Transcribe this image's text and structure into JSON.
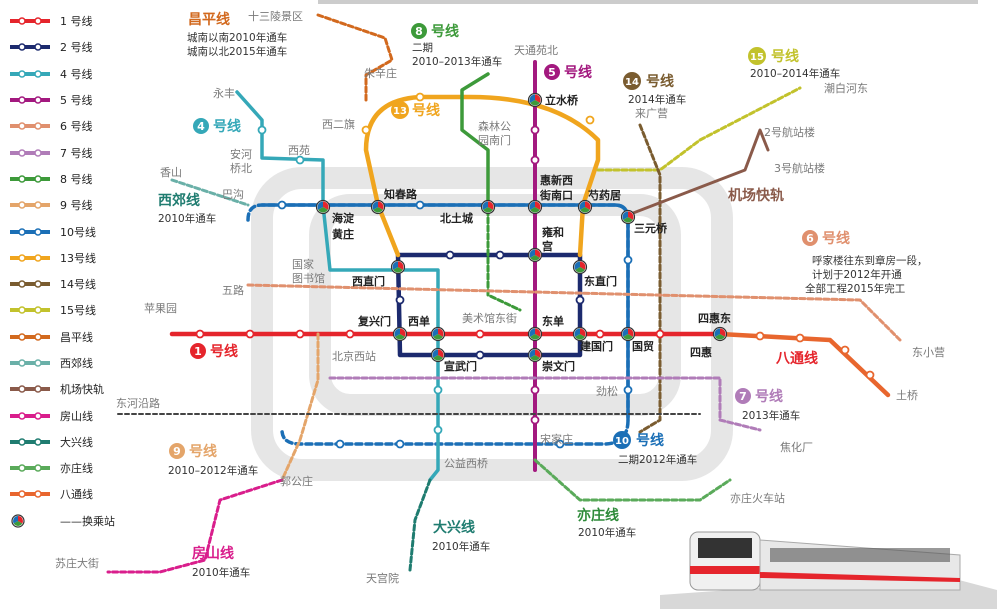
{
  "legend": [
    {
      "label": "1 号线",
      "color": "#e5252c"
    },
    {
      "label": "2 号线",
      "color": "#1c2a6e"
    },
    {
      "label": "4 号线",
      "color": "#35a8b8"
    },
    {
      "label": "5 号线",
      "color": "#a3197f"
    },
    {
      "label": "6 号线",
      "color": "#e0906e"
    },
    {
      "label": "7 号线",
      "color": "#b07cb8"
    },
    {
      "label": "8 号线",
      "color": "#3d9a3a"
    },
    {
      "label": "9 号线",
      "color": "#e4a56a"
    },
    {
      "label": "10号线",
      "color": "#1b6fb6"
    },
    {
      "label": "13号线",
      "color": "#f0a51e"
    },
    {
      "label": "14号线",
      "color": "#7a5c30"
    },
    {
      "label": "15号线",
      "color": "#c2c22c"
    },
    {
      "label": "昌平线",
      "color": "#d2691e"
    },
    {
      "label": "西郊线",
      "color": "#6ab0a8"
    },
    {
      "label": "机场快轨",
      "color": "#8a5a4a"
    },
    {
      "label": "房山线",
      "color": "#d91e8c"
    },
    {
      "label": "大兴线",
      "color": "#1f7c70"
    },
    {
      "label": "亦庄线",
      "color": "#5aaa5a"
    },
    {
      "label": "八通线",
      "color": "#e8662e"
    },
    {
      "label": "——换乘站",
      "color": "#555555"
    }
  ],
  "line_names": [
    {
      "num": "1",
      "text": "号线",
      "color": "#e5252c"
    },
    {
      "num": "4",
      "text": "号线",
      "color": "#35a8b8"
    },
    {
      "num": "5",
      "text": "号线",
      "color": "#a3197f"
    },
    {
      "num": "6",
      "text": "号线",
      "color": "#e0906e"
    },
    {
      "num": "7",
      "text": "号线",
      "color": "#b07cb8"
    },
    {
      "num": "8",
      "text": "号线",
      "color": "#3d9a3a"
    },
    {
      "num": "9",
      "text": "号线",
      "color": "#e4a56a"
    },
    {
      "num": "10",
      "text": "号线",
      "color": "#1b6fb6"
    },
    {
      "num": "13",
      "text": "号线",
      "color": "#f0a51e"
    },
    {
      "num": "14",
      "text": "号线",
      "color": "#7a5c30"
    },
    {
      "num": "15",
      "text": "号线",
      "color": "#c2c22c"
    },
    {
      "text": "昌平线",
      "color": "#d2691e"
    },
    {
      "text": "西郊线",
      "color": "#1f7c70"
    },
    {
      "text": "机场快轨",
      "color": "#8a5a4a"
    },
    {
      "text": "房山线",
      "color": "#d91e8c"
    },
    {
      "text": "大兴线",
      "color": "#1f7c70"
    },
    {
      "text": "亦庄线",
      "color": "#2e8b3a"
    },
    {
      "text": "八通线",
      "color": "#e5252c"
    }
  ],
  "notes": {
    "changping": [
      "城南以南2010年通车",
      "城南以北2015年通车"
    ],
    "line8": [
      "二期",
      "2010–2013年通车"
    ],
    "line14": "2014年通车",
    "line15": "2010–2014年通车",
    "xijiao": "2010年通车",
    "line6": [
      "呼家楼往东到章房一段，",
      "计划于2012年开通",
      "全部工程2015年完工"
    ],
    "line7": "2013年通车",
    "line9": "2010–2012年通车",
    "line10": "二期2012年通车",
    "yizhuang": "2010年通车",
    "daxing": "2010年通车",
    "fangshan": "2010年通车"
  },
  "stations_bold": [
    "知春路",
    "北土城",
    "惠新西",
    "街南口",
    "芍药居",
    "海淀",
    "黄庄",
    "雍和",
    "宫",
    "三元桥",
    "西直门",
    "东直门",
    "复兴门",
    "西单",
    "东单",
    "建国门",
    "国贸",
    "宣武门",
    "崇文门",
    "四惠东",
    "四惠",
    "立水桥"
  ],
  "stations_gray": [
    "十三陵景区",
    "天通苑北",
    "朱辛庄",
    "永丰",
    "西二旗",
    "森林公",
    "园南门",
    "安河",
    "桥北",
    "西苑",
    "香山",
    "巴沟",
    "国家",
    "图书馆",
    "五路",
    "苹果园",
    "美术馆东街",
    "北京西站",
    "东河沿路",
    "郭公庄",
    "公益西桥",
    "宋家庄",
    "劲松",
    "亦庄火车站",
    "苏庄大街",
    "天宫院",
    "潮白河东",
    "2号航站楼",
    "3号航站楼",
    "来广营",
    "东小营",
    "土桥",
    "焦化厂"
  ]
}
